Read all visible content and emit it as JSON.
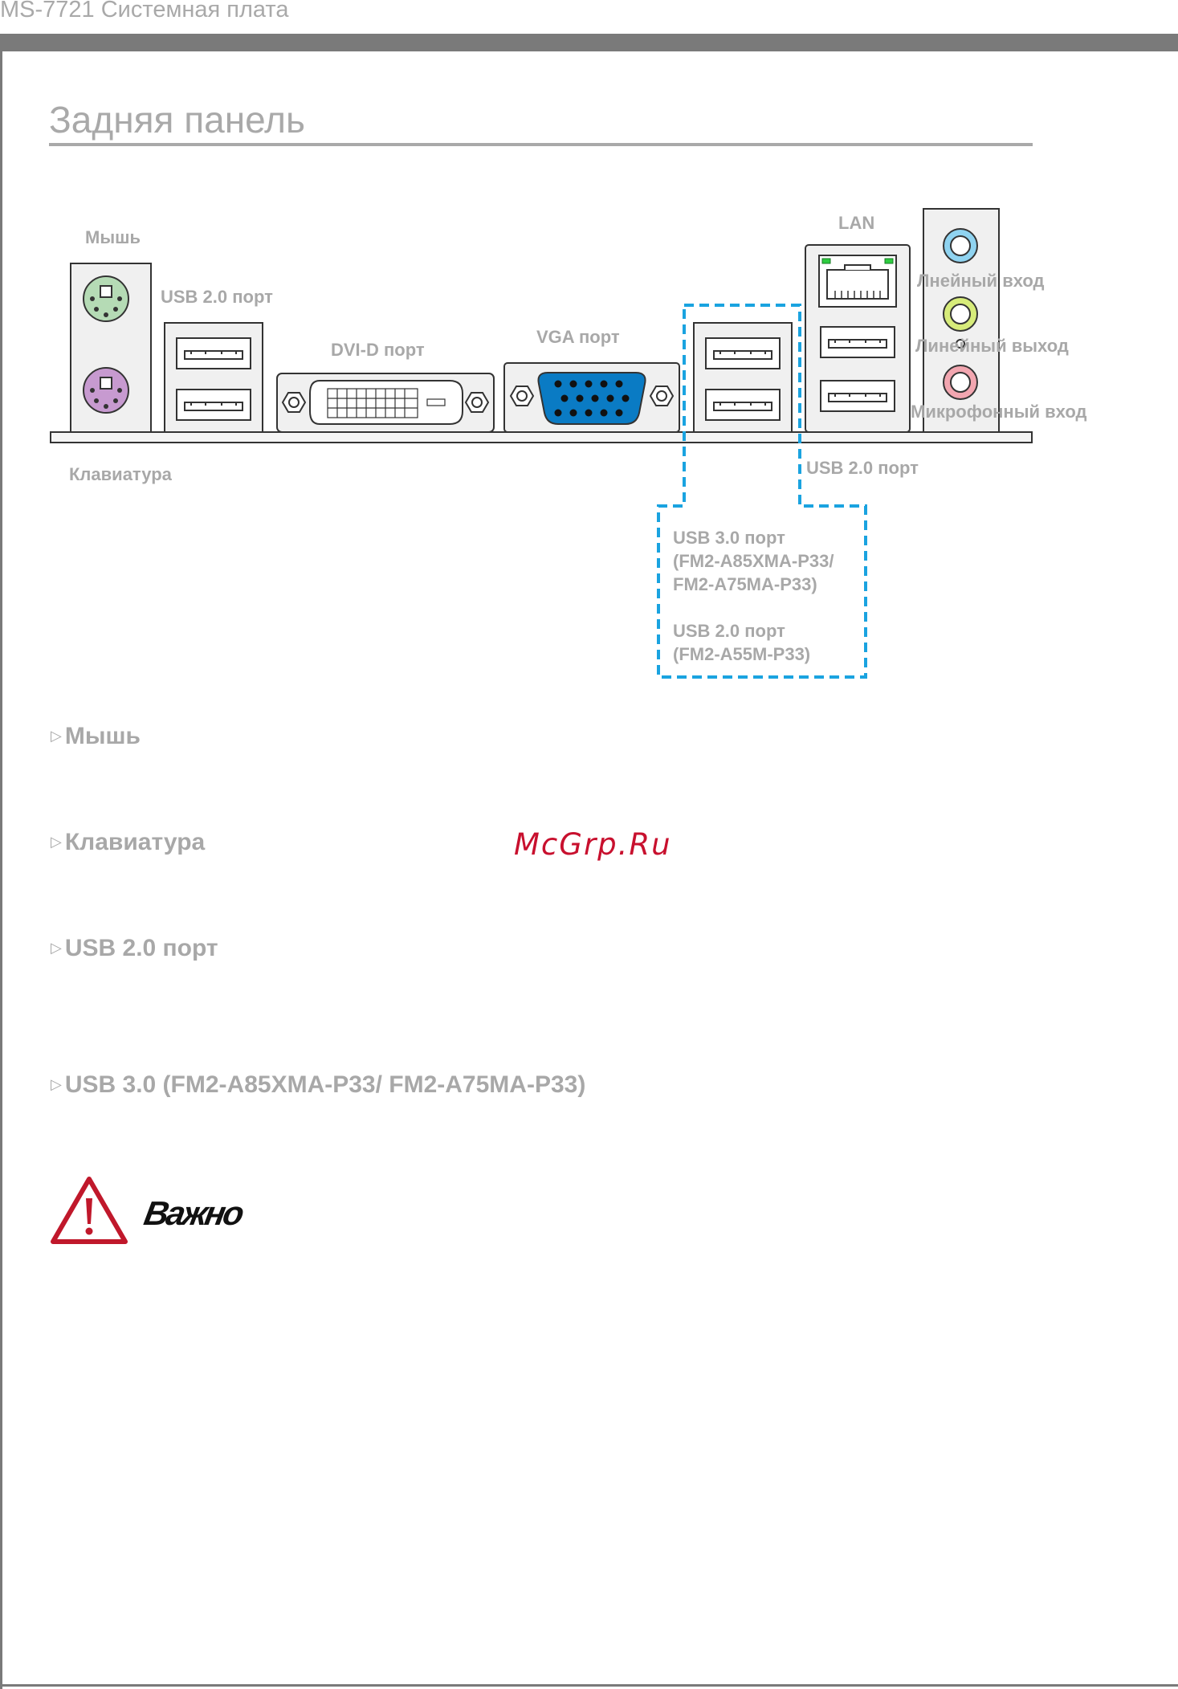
{
  "header": {
    "title": "MS-7721 Системная плата"
  },
  "section": {
    "title": "Задняя панель"
  },
  "diagram": {
    "labels": {
      "mouse": "Мышь",
      "usb20_left": "USB 2.0 порт",
      "dvi": "DVI-D порт",
      "vga": "VGA  порт",
      "lan": "LAN",
      "line_in": "Лнейный вход",
      "line_out": "Линейный выход",
      "mic_in": "Микрофонный вход",
      "keyboard": "Клавиатура",
      "usb20_right": "USB 2.0 порт"
    },
    "note_box": {
      "line1": "USB 3.0 порт",
      "line2": "(FM2-A85XMA-P33/",
      "line3": "FM2-A75MA-P33)",
      "line4": "USB 2.0 порт",
      "line5": "(FM2-A55M-P33)"
    },
    "colors": {
      "mouse_port": "#b5dbb5",
      "keyboard_port": "#c79ad0",
      "vga_port": "#0a7bc4",
      "line_in_jack": "#8fd3f0",
      "line_out_jack": "#d7ec7a",
      "mic_jack": "#f2a6b0",
      "dashed_border": "#1aa3e0",
      "lan_led": "#2ecc40"
    }
  },
  "items": [
    {
      "title": "Мышь"
    },
    {
      "title": "Клавиатура"
    },
    {
      "title": "USB 2.0 порт"
    },
    {
      "title": "USB 3.0 (FM2-A85XMA-P33/ FM2-A75MA-P33)"
    }
  ],
  "watermark": "McGrp.Ru",
  "warning": {
    "title": "Важно",
    "icon": "warning-triangle-icon"
  }
}
